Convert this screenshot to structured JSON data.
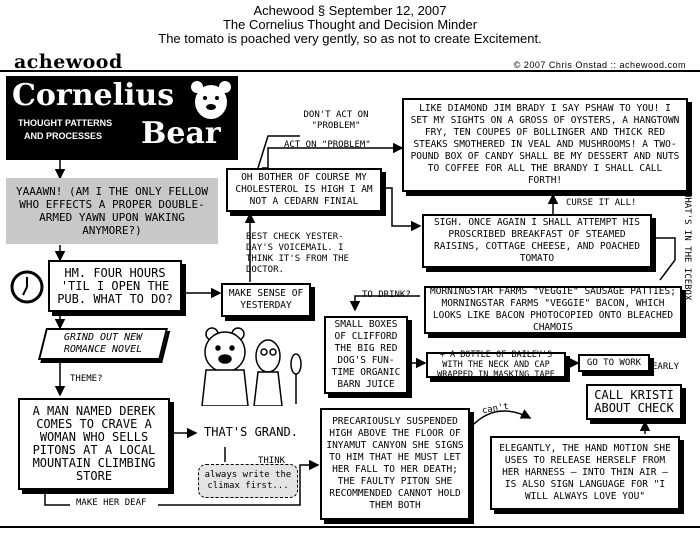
{
  "header": {
    "line1": "Achewood § September 12, 2007",
    "line2": "The Cornelius Thought and Decision Minder",
    "line3": "The tomato is poached very gently, so as not to create Excitement."
  },
  "brand": {
    "logo": "achewood",
    "copyright": "© 2007 Chris Onstad :: achewood.com"
  },
  "title_panel": {
    "name1": "Cornelius",
    "sub1": "THOUGHT PATTERNS",
    "sub2": "AND PROCESSES",
    "name2": "Bear"
  },
  "boxes": {
    "yawn": "YAAAWN! (AM I THE ONLY FELLOW WHO EFFECTS A PROPER DOUBLE-ARMED YAWN UPON WAKING ANYMORE?)",
    "four_hours": "HM. FOUR HOURS 'TIL I OPEN THE PUB. WHAT TO DO?",
    "make_sense": "MAKE SENSE OF YESTERDAY",
    "cholesterol": "OH BOTHER OF COURSE MY CHOLESTEROL IS HIGH I AM NOT A CEDARN FINIAL",
    "diamond_jim": "LIKE DIAMOND JIM BRADY I SAY PSHAW TO YOU! I SET MY SIGHTS ON A GROSS OF OYSTERS, A HANGTOWN FRY, TEN COUPES OF BOLLINGER AND THICK RED STEAKS SMOTHERED IN VEAL AND MUSHROOMS! A TWO-POUND BOX OF CANDY SHALL BE MY DESSERT AND NUTS TO COFFEE FOR ALL THE BRANDY I SHALL CALL FORTH!",
    "sigh": "SIGH. ONCE AGAIN I SHALL ATTEMPT HIS PROSCRIBED BREAKFAST OF STEAMED RAISINS, COTTAGE CHEESE, AND POACHED TOMATO",
    "morningstar": "MORNINGSTAR FARMS \"VEGGIE\" SAUSAGE PATTIES; MORNINGSTAR FARMS \"VEGGIE\" BACON, WHICH LOOKS LIKE BACON PHOTOCOPIED ONTO BLEACHED CHAMOIS",
    "clifford": "SMALL BOXES OF CLIFFORD THE BIG RED DOG'S FUN-TIME ORGANIC BARN JUICE",
    "baileys": "+ A BOTTLE OF BAILEY'S WITH THE NECK AND CAP WRAPPED IN MASKING TAPE",
    "go_work": "GO TO WORK",
    "romance": "GRIND OUT NEW ROMANCE NOVEL",
    "derek": "A MAN NAMED DEREK COMES TO CRAVE A WOMAN WHO SELLS PITONS AT A LOCAL MOUNTAIN CLIMBING STORE",
    "grand": "THAT'S GRAND.",
    "think": "always write the climax first...",
    "canyon": "PRECARIOUSLY SUSPENDED HIGH ABOVE THE FLOOR OF INYAMUT CANYON SHE SIGNS TO HIM THAT HE MUST LET HER FALL TO HER DEATH; THE FAULTY PITON SHE RECOMMENDED CANNOT HOLD THEM BOTH",
    "elegantly": "ELEGANTLY, THE HAND MOTION SHE USES TO RELEASE HERSELF FROM HER HARNESS — INTO THIN AIR — IS ALSO SIGN LANGUAGE FOR \"I WILL ALWAYS LOVE YOU\"",
    "call_kristi": "CALL KRISTI ABOUT CHECK"
  },
  "labels": {
    "dont_act": "DON'T ACT ON \"PROBLEM\"",
    "act_on": "ACT ON \"PROBLEM\"",
    "best_check": "BEST CHECK YESTER-DAY'S VOICEMAIL. I THINK IT'S FROM THE DOCTOR.",
    "curse": "CURSE IT ALL!",
    "icebox": "WHAT'S IN THE ICEBOX",
    "to_drink": "TO DRINK?",
    "early": "EARLY",
    "theme": "THEME?",
    "make_deaf": "MAKE HER DEAF",
    "think": "THINK",
    "cant": "can't"
  }
}
